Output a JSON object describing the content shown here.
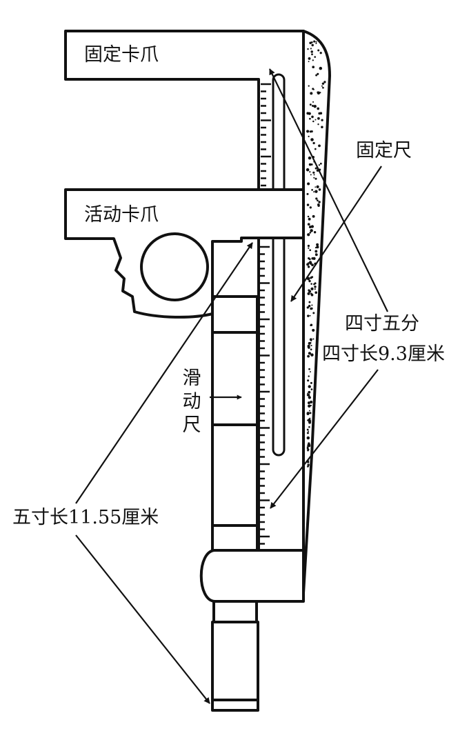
{
  "labels": {
    "fixed_jaw": "固定卡爪",
    "movable_jaw": "活动卡爪",
    "fixed_ruler": "固定尺",
    "sliding_ruler_1": "滑",
    "sliding_ruler_2": "动",
    "sliding_ruler_3": "尺",
    "four_cun_five_fen": "四寸五分",
    "four_cun_length": "四寸长9.3厘米",
    "five_cun_length": "五寸长11.55厘米"
  },
  "colors": {
    "ink": "#111111",
    "paper": "#ffffff"
  }
}
